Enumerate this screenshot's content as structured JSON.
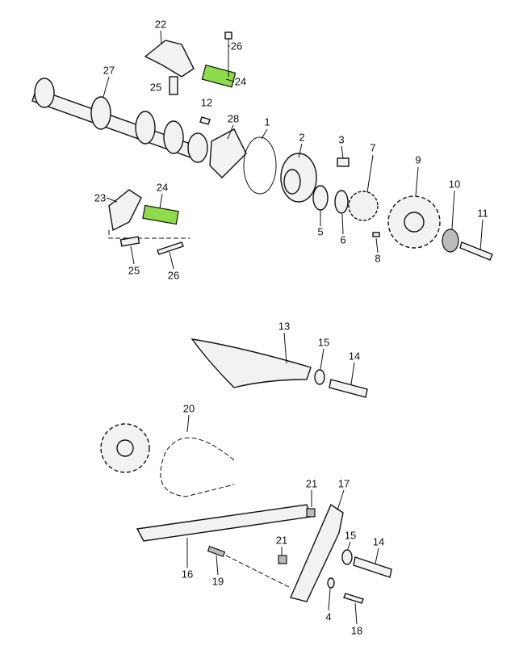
{
  "diagram": {
    "highlight_color": "#8fdc4a",
    "callouts": [
      "22",
      "26",
      "27",
      "25",
      "24",
      "12",
      "28",
      "1",
      "2",
      "3",
      "7",
      "9",
      "10",
      "11",
      "5",
      "6",
      "8",
      "23",
      "24",
      "25",
      "26",
      "13",
      "15",
      "14",
      "20",
      "21",
      "17",
      "15",
      "14",
      "21",
      "16",
      "19",
      "4",
      "18"
    ]
  }
}
